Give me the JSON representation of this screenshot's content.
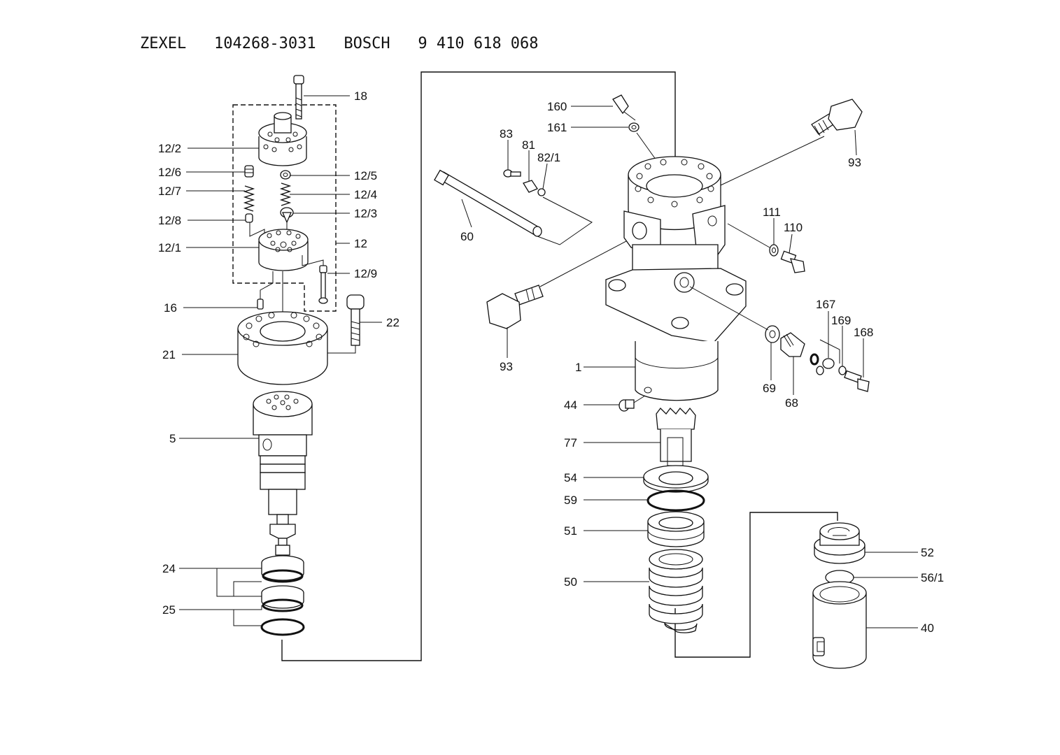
{
  "header": {
    "title": "ZEXEL   104268-3031   BOSCH   9 410 618 068"
  },
  "callouts": {
    "c18": "18",
    "c12_2": "12/2",
    "c12_6": "12/6",
    "c12_5": "12/5",
    "c12_7": "12/7",
    "c12_4": "12/4",
    "c12_8": "12/8",
    "c12_3": "12/3",
    "c12_1": "12/1",
    "c12": "12",
    "c12_9": "12/9",
    "c16": "16",
    "c22": "22",
    "c21": "21",
    "c5": "5",
    "c24": "24",
    "c25": "25",
    "c160": "160",
    "c161": "161",
    "c83": "83",
    "c81": "81",
    "c82_1": "82/1",
    "c93a": "93",
    "c60": "60",
    "c111": "111",
    "c110": "110",
    "c93b": "93",
    "c167": "167",
    "c169": "169",
    "c168": "168",
    "c1": "1",
    "c69": "69",
    "c68": "68",
    "c44": "44",
    "c77": "77",
    "c54": "54",
    "c59": "59",
    "c51": "51",
    "c52": "52",
    "c56_1": "56/1",
    "c50": "50",
    "c40": "40"
  }
}
